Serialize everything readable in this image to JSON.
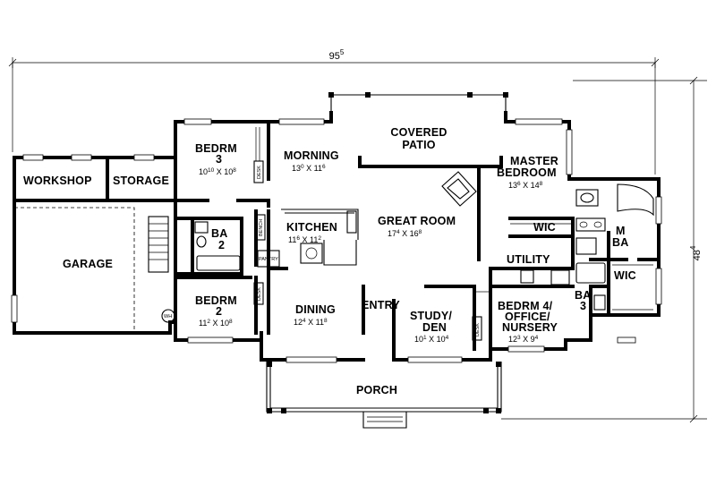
{
  "dimensions": {
    "overall_width": {
      "base": "95",
      "sup": "5"
    },
    "overall_depth": {
      "base": "48",
      "sup": "4"
    }
  },
  "rooms": {
    "workshop": {
      "name": "WORKSHOP"
    },
    "storage": {
      "name": "STORAGE"
    },
    "garage": {
      "name": "GARAGE"
    },
    "bedroom3": {
      "name": "BEDRM",
      "name2": "3",
      "w": "10",
      "w_sup": "10",
      "d": "10",
      "d_sup": "8"
    },
    "bath2": {
      "name": "BA",
      "name2": "2"
    },
    "bedroom2": {
      "name": "BEDRM",
      "name2": "2",
      "w": "11",
      "w_sup": "2",
      "d": "10",
      "d_sup": "8"
    },
    "morning": {
      "name": "MORNING",
      "w": "13",
      "w_sup": "0",
      "d": "11",
      "d_sup": "6"
    },
    "kitchen": {
      "name": "KITCHEN",
      "w": "11",
      "w_sup": "6",
      "d": "11",
      "d_sup": "2"
    },
    "dining": {
      "name": "DINING",
      "w": "12",
      "w_sup": "4",
      "d": "11",
      "d_sup": "8"
    },
    "covered_patio": {
      "name": "COVERED",
      "name2": "PATIO"
    },
    "great_room": {
      "name": "GREAT ROOM",
      "w": "17",
      "w_sup": "4",
      "d": "16",
      "d_sup": "8"
    },
    "entry": {
      "name": "ENTRY"
    },
    "study": {
      "name": "STUDY/",
      "name2": "DEN",
      "w": "10",
      "w_sup": "1",
      "d": "10",
      "d_sup": "4"
    },
    "porch": {
      "name": "PORCH"
    },
    "master": {
      "name": "MASTER",
      "name2": "BEDROOM",
      "w": "13",
      "w_sup": "6",
      "d": "14",
      "d_sup": "8"
    },
    "master_wic": {
      "name": "WIC"
    },
    "master_bath": {
      "name": "M",
      "name2": "BA"
    },
    "utility": {
      "name": "UTILITY"
    },
    "wic2": {
      "name": "WIC"
    },
    "bath3": {
      "name": "BA",
      "name2": "3"
    },
    "bedroom4": {
      "name": "BEDRM 4/",
      "name2": "OFFICE/",
      "name3": "NURSERY",
      "w": "12",
      "w_sup": "3",
      "d": "9",
      "d_sup": "4"
    }
  },
  "fixtures": {
    "desk1": "DESK",
    "desk2": "DESK",
    "desk3": "DESK",
    "bench": "BENCH",
    "pantry": "PANTRY",
    "water_heater": "WH"
  }
}
